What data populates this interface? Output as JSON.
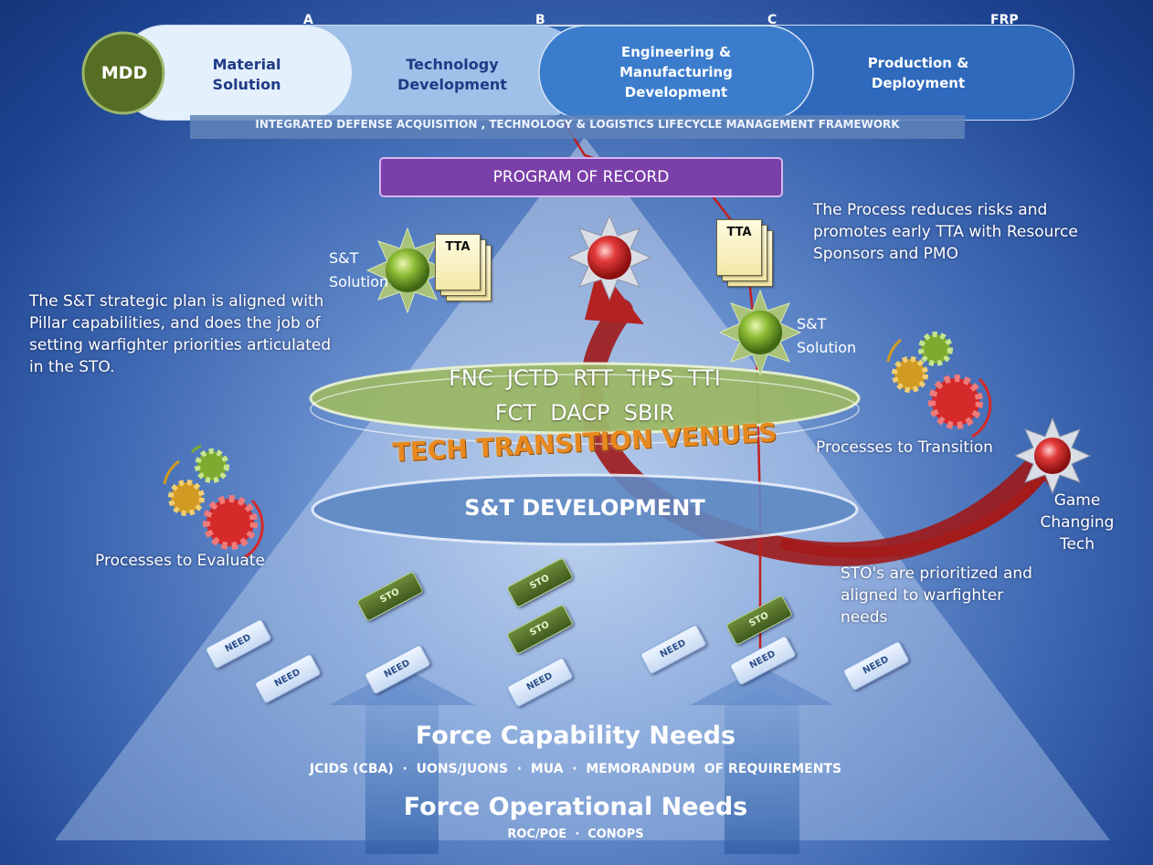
{
  "lifecycle": {
    "mdd": "MDD",
    "milestones": [
      "A",
      "B",
      "C",
      "FRP"
    ],
    "phase_material": "Material Solution",
    "phase_technology": "Technology Development",
    "phase_engineering": "Engineering & Manufacturing Development",
    "phase_production": "Production & Deployment",
    "framework_banner": "INTEGRATED DEFENSE ACQUISITION , TECHNOLOGY & LOGISTICS LIFECYCLE MANAGEMENT FRAMEWORK"
  },
  "program_of_record": "PROGRAM OF RECORD",
  "tta_label": "TTA",
  "st_solution_label": "S&T Solution",
  "text_process_reduces": "The Process reduces risks and promotes early TTA with Resource Sponsors and PMO",
  "text_strategic_plan": "The S&T strategic plan is aligned with Pillar capabilities, and does the job of setting warfighter priorities articulated in the STO.",
  "venues": {
    "line1": "FNC  JCTD  RTT  TIPS  TTI",
    "line2": "FCT  DACP  SBIR",
    "title": "TECH TRANSITION VENUES"
  },
  "st_development": "S&T DEVELOPMENT",
  "processes_evaluate": "Processes to Evaluate",
  "processes_transition": "Processes to Transition",
  "game_changing": "Game Changing Tech",
  "sto_prioritized": "STO's are prioritized and aligned to warfighter needs",
  "sto_label": "STO",
  "need_label": "NEED",
  "force_capability": {
    "title": "Force Capability Needs",
    "items": "JCIDS (CBA)  ·  UONS/JUONS  ·  MUA  ·  MEMORANDUM  OF REQUIREMENTS"
  },
  "force_operational": {
    "title": "Force Operational Needs",
    "items": "ROC/POE  ·  CONOPS"
  },
  "colors": {
    "navy": "#1f3a86",
    "gear_green": "#7cab2f",
    "gear_gold": "#d19a22",
    "gear_red": "#d42a2a",
    "arrow_red": "#a81c1c",
    "program_purple": "#7a3fa8"
  }
}
